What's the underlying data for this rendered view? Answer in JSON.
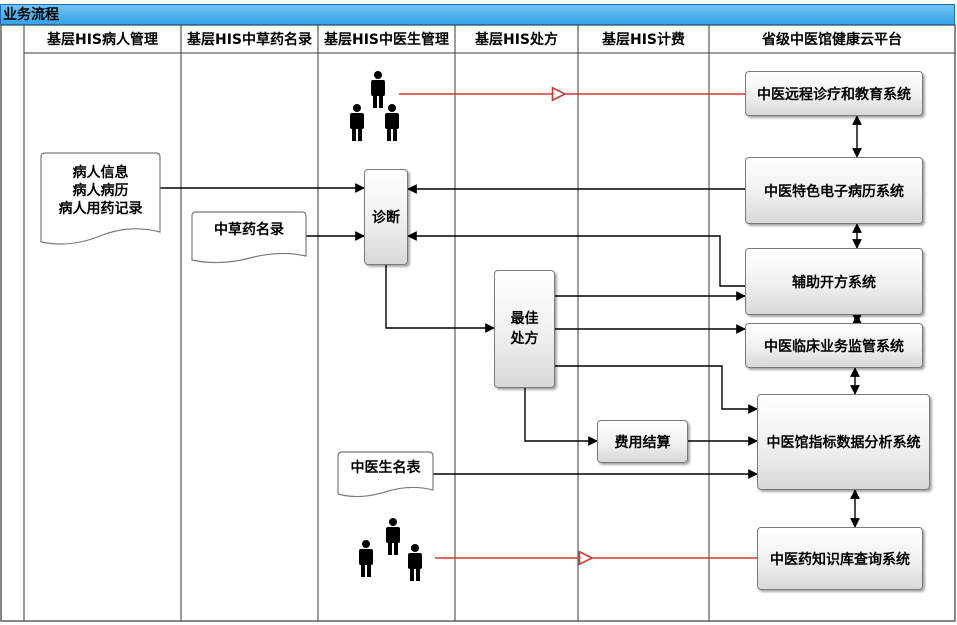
{
  "diagram": {
    "title": "业务流程",
    "lanes": [
      {
        "id": "patient",
        "label": "基层HIS病人管理"
      },
      {
        "id": "herb",
        "label": "基层HIS中草药名录"
      },
      {
        "id": "doctor",
        "label": "基层HIS中医生管理"
      },
      {
        "id": "prescription",
        "label": "基层HIS处方"
      },
      {
        "id": "billing",
        "label": "基层HIS计费"
      },
      {
        "id": "cloud",
        "label": "省级中医馆健康云平台"
      }
    ],
    "documents": {
      "patient_info_lines": [
        "病人信息",
        "病人病历",
        "病人用药记录"
      ],
      "herb_catalog": "中草药名录",
      "doctor_roster": "中医生名表"
    },
    "process_boxes": {
      "diagnosis": "诊断",
      "best_prescription_lines": [
        "最佳",
        "处方"
      ],
      "fee_settlement": "费用结算"
    },
    "systems": {
      "remote_edu": "中医远程诊疗和教育系统",
      "emr": "中医特色电子病历系统",
      "aux_rx": "辅助开方系统",
      "clinical": "中医临床业务监管系统",
      "analytics": "中医馆指标数据分析系统",
      "knowledge": "中医药知识库查询系统"
    },
    "colors": {
      "title_bar": "#36a3e8",
      "flow_line": "#000000",
      "remote_line": "#d03a30",
      "lane_divider": "#3a3a3a"
    }
  }
}
